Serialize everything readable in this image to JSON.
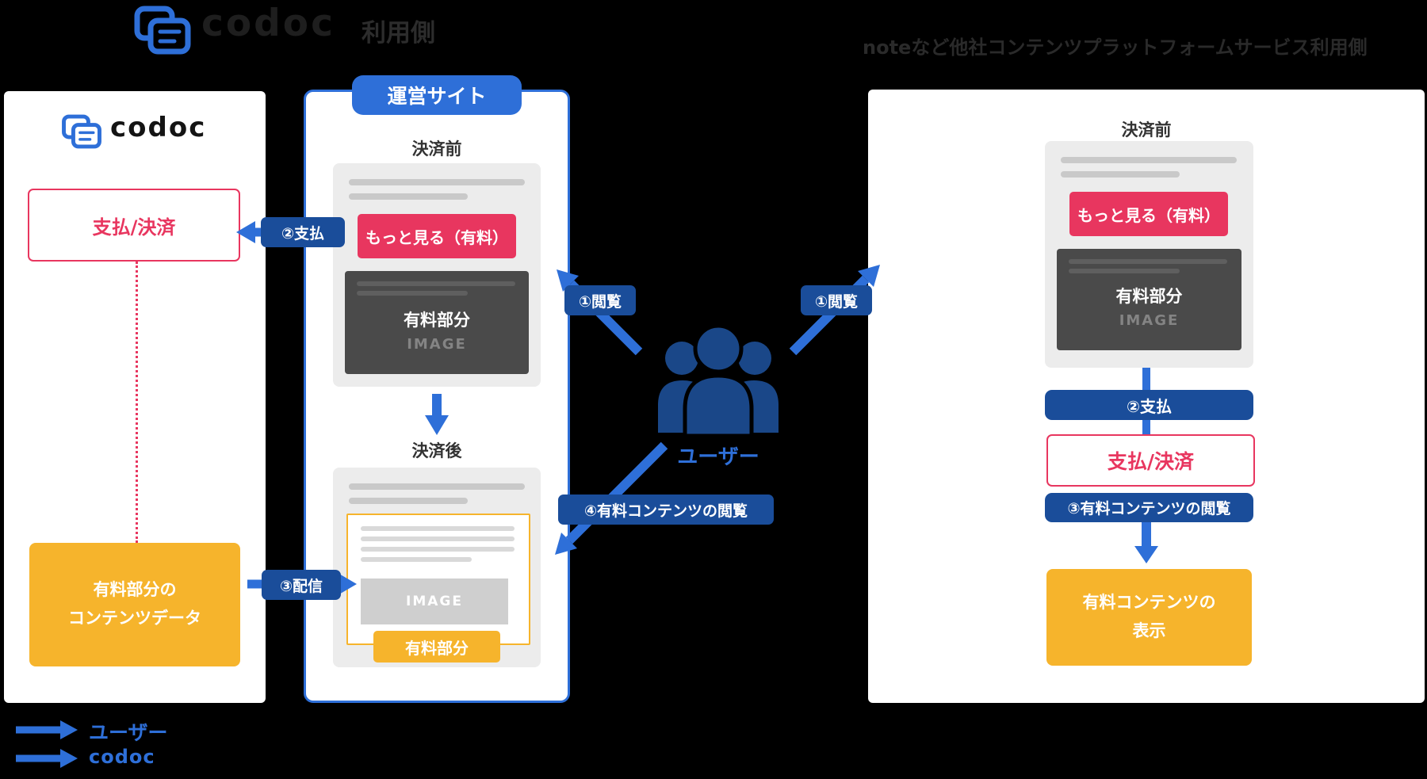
{
  "colors": {
    "blue": "#2e6fd8",
    "navy": "#1a4d9a",
    "pink": "#e8365f",
    "yellow": "#f6b42c"
  },
  "header": {
    "logo_text": "codoc",
    "usage_side": "利用側",
    "platform_title": "noteなど他社コンテンツプラットフォームサービス利用側"
  },
  "codoc_panel": {
    "logo_text": "codoc",
    "payment_box": "支払/決済",
    "data_box_line1": "有料部分の",
    "data_box_line2": "コンテンツデータ"
  },
  "site_panel": {
    "tag": "運営サイト",
    "before_label": "決済前",
    "after_label": "決済後",
    "more_button": "もっと見る（有料）",
    "paid_part": "有料部分",
    "image_label": "IMAGE",
    "after_image_label": "IMAGE",
    "after_paid_tag": "有料部分"
  },
  "flow": {
    "pay": "②支払",
    "deliver": "③配信",
    "view_site": "①閲覧",
    "view_platform": "①閲覧",
    "paid_view": "④有料コンテンツの閲覧"
  },
  "user": {
    "label": "ユーザー"
  },
  "platform_panel": {
    "before_label": "決済前",
    "more_button": "もっと見る（有料）",
    "paid_part": "有料部分",
    "image_label": "IMAGE",
    "pay_badge": "②支払",
    "payment_box": "支払/決済",
    "paid_view_badge": "③有料コンテンツの閲覧",
    "display_line1": "有料コンテンツの",
    "display_line2": "表示"
  },
  "legend": {
    "user_label": "ユーザー",
    "codoc_label": "codoc"
  }
}
